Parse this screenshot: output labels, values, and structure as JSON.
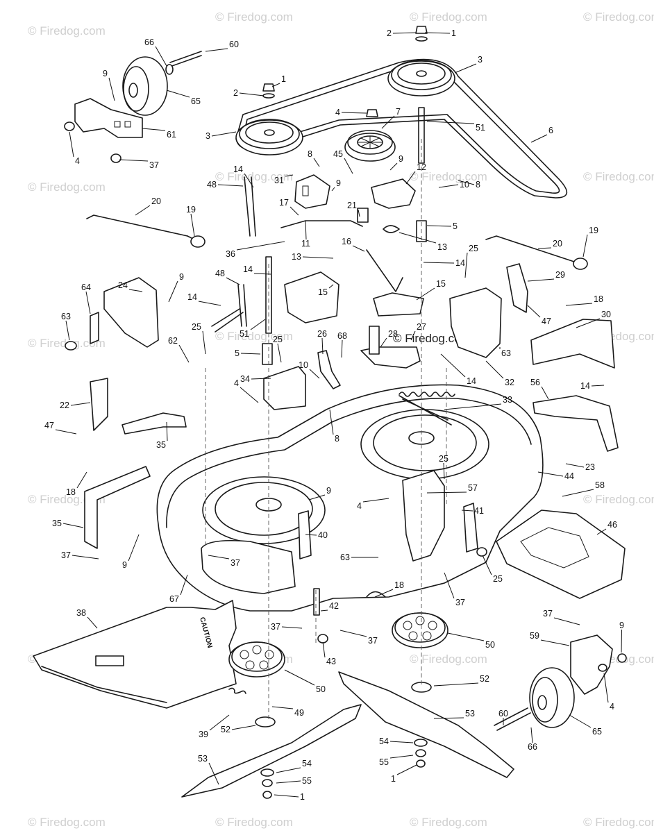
{
  "watermark": "© Firedog.com",
  "center_watermark": "© Firedog.com",
  "caution_label": "CAUTION",
  "callouts": [
    "1",
    "2",
    "3",
    "4",
    "5",
    "6",
    "7",
    "8",
    "9",
    "10",
    "11",
    "12",
    "13",
    "14",
    "15",
    "16",
    "17",
    "18",
    "19",
    "20",
    "21",
    "22",
    "23",
    "24",
    "25",
    "26",
    "27",
    "28",
    "29",
    "30",
    "31",
    "32",
    "33",
    "34",
    "35",
    "36",
    "37",
    "38",
    "39",
    "40",
    "41",
    "42",
    "43",
    "44",
    "45",
    "46",
    "47",
    "48",
    "49",
    "50",
    "51",
    "52",
    "53",
    "54",
    "55",
    "56",
    "57",
    "58",
    "59",
    "60",
    "61",
    "62",
    "63",
    "64",
    "65",
    "66",
    "67",
    "68"
  ]
}
